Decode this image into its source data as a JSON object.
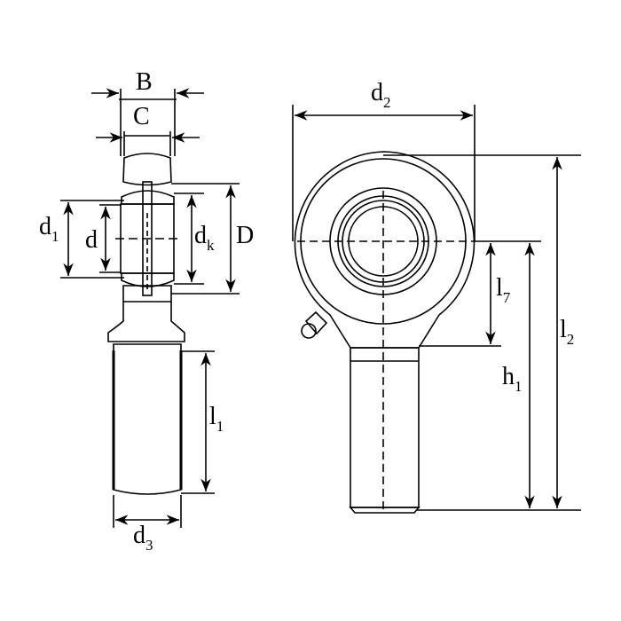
{
  "title": "Rod end bearing dimension drawing",
  "colors": {
    "fill": "#cfcfcf",
    "hatch_fill": "#9a9a9a",
    "line": "#000000"
  },
  "labels": {
    "B": {
      "main": "B",
      "sub": ""
    },
    "C": {
      "main": "C",
      "sub": ""
    },
    "d1": {
      "main": "d",
      "sub": "1"
    },
    "d": {
      "main": "d",
      "sub": ""
    },
    "dk": {
      "main": "d",
      "sub": "k"
    },
    "D": {
      "main": "D",
      "sub": ""
    },
    "l1": {
      "main": "l",
      "sub": "1"
    },
    "d3": {
      "main": "d",
      "sub": "3"
    },
    "d2": {
      "main": "d",
      "sub": "2"
    },
    "l7": {
      "main": "l",
      "sub": "7"
    },
    "h1": {
      "main": "h",
      "sub": "1"
    },
    "l2": {
      "main": "l",
      "sub": "2"
    }
  }
}
